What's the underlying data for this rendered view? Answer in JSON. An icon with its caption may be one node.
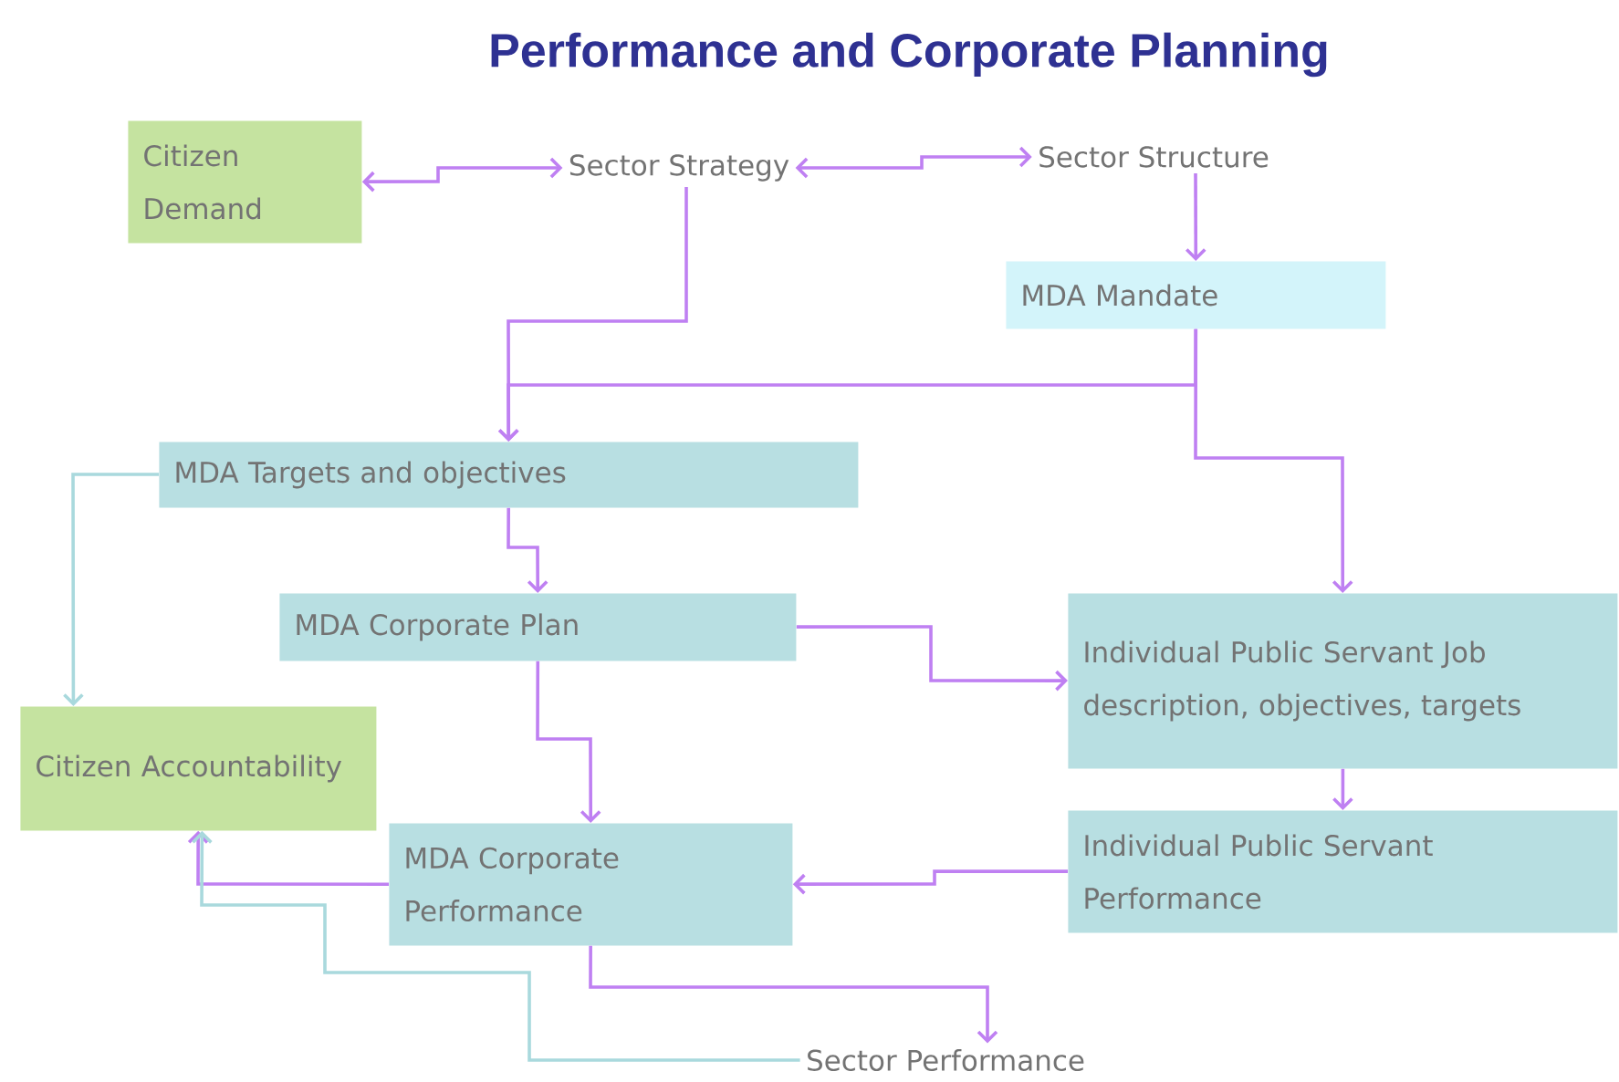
{
  "diagram": {
    "title": "Performance and Corporate Planning",
    "nodes": [
      {
        "text": [
          "Citizen Demand"
        ]
      },
      {
        "text": [
          "Sector Strategy"
        ]
      },
      {
        "text": [
          "Sector Structure"
        ]
      },
      {
        "text": [
          "MDA Mandate"
        ]
      },
      {
        "text": [
          "MDA Targets and objectives"
        ]
      },
      {
        "text": [
          "MDA Corporate Plan"
        ]
      },
      {
        "text": [
          "Individual Public Servant Job description, objectives, targets"
        ]
      },
      {
        "text": [
          "Citizen Accountability"
        ]
      },
      {
        "text": [
          "MDA Corporate Performance"
        ]
      },
      {
        "text": [
          "Individual Public Servant Performance"
        ]
      },
      {
        "text": [
          "Sector Performance"
        ]
      }
    ],
    "edges": [
      {
        "from": 0,
        "to": 1,
        "arrow": "both"
      },
      {
        "from": 1,
        "to": 2,
        "arrow": "both"
      },
      {
        "from": 2,
        "to": 3,
        "arrow": "to"
      },
      {
        "from": 1,
        "to": 4,
        "arrow": "to"
      },
      {
        "from": 3,
        "to": 4,
        "arrow": "to"
      },
      {
        "from": 3,
        "to": 6,
        "arrow": "to"
      },
      {
        "from": 4,
        "to": 5,
        "arrow": "to"
      },
      {
        "from": 5,
        "to": 6,
        "arrow": "to"
      },
      {
        "from": 5,
        "to": 8,
        "arrow": "to"
      },
      {
        "from": 6,
        "to": 9,
        "arrow": "to"
      },
      {
        "from": 9,
        "to": 8,
        "arrow": "to"
      },
      {
        "from": 4,
        "to": 7,
        "arrow": "to",
        "color": "#a9d9dd"
      },
      {
        "from": 8,
        "to": 7,
        "arrow": "to"
      },
      {
        "from": 8,
        "to": 10,
        "arrow": "to"
      },
      {
        "from": 10,
        "to": 7,
        "arrow": "to",
        "color": "#a9d9dd"
      }
    ]
  }
}
